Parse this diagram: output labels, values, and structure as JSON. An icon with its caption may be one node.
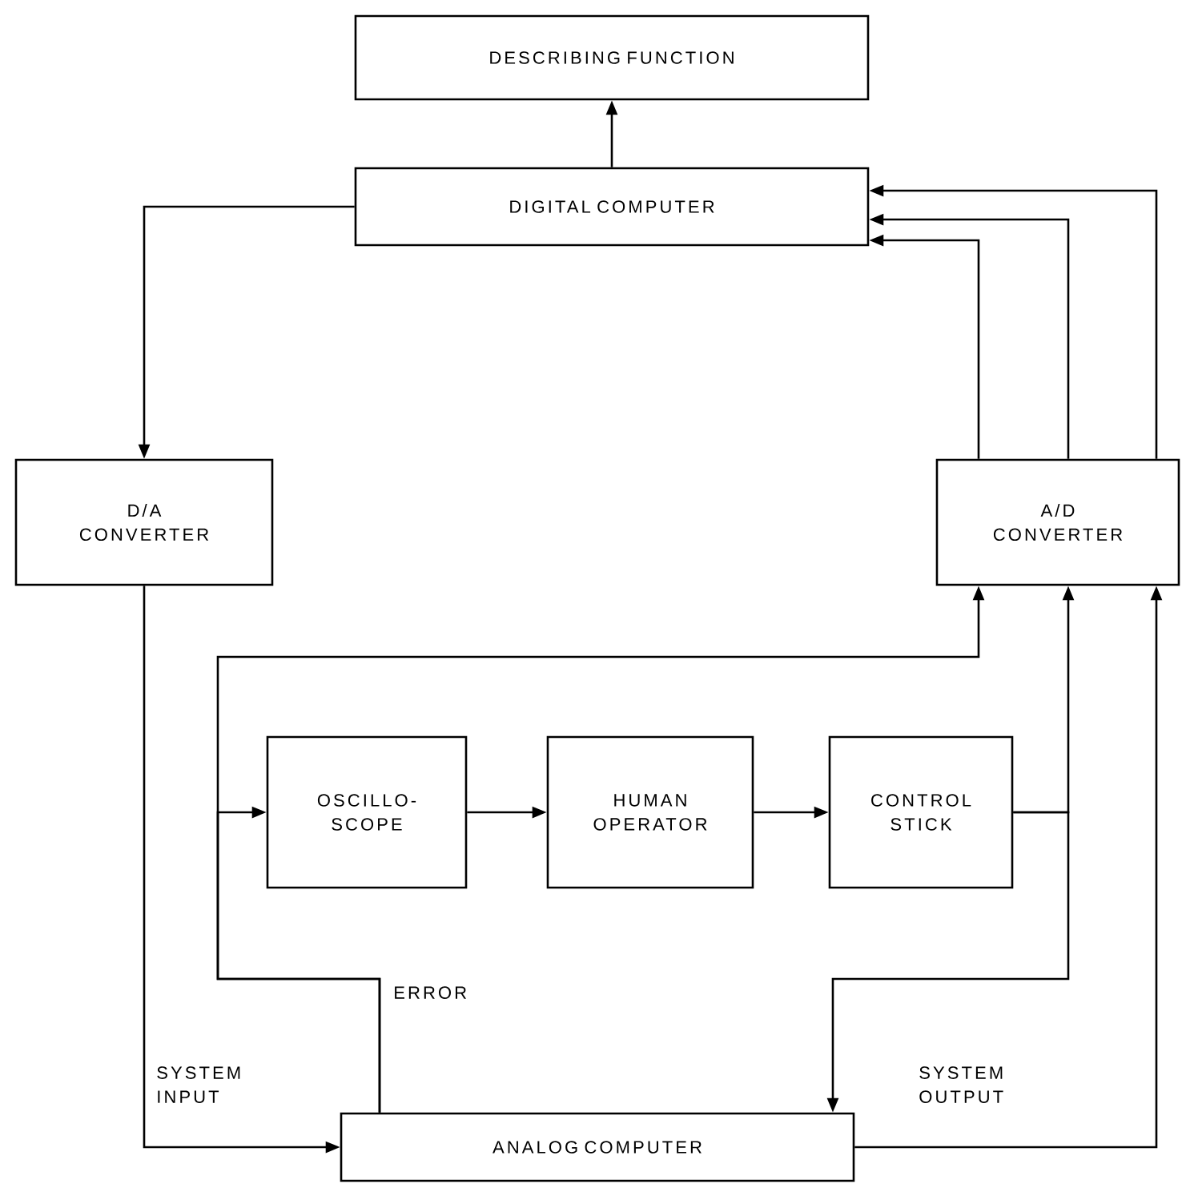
{
  "diagram": {
    "nodes": [
      {
        "text": [
          "DESCRIBING FUNCTION"
        ]
      },
      {
        "text": [
          "DIGITAL COMPUTER"
        ]
      },
      {
        "text": [
          "D/A CONVERTER"
        ]
      },
      {
        "text": [
          "A/D CONVERTER"
        ]
      },
      {
        "text": [
          "OSCILLO- SCOPE"
        ]
      },
      {
        "text": [
          "HUMAN OPERATOR"
        ]
      },
      {
        "text": [
          "CONTROL STICK"
        ]
      },
      {
        "text": [
          "ANALOG COMPUTER"
        ]
      }
    ],
    "edges": [
      {
        "from": 1,
        "to": 0,
        "arrow": "to"
      },
      {
        "from": 1,
        "to": 2,
        "arrow": "to"
      },
      {
        "from": 3,
        "to": 1,
        "arrow": "to"
      },
      {
        "from": 3,
        "to": 1,
        "arrow": "to"
      },
      {
        "from": 3,
        "to": 1,
        "arrow": "to"
      },
      {
        "from": 2,
        "to": 7,
        "arrow": "to",
        "label": "SYSTEM INPUT"
      },
      {
        "from": 7,
        "to": 4,
        "arrow": "to",
        "label": "ERROR"
      },
      {
        "from": 7,
        "to": 3,
        "arrow": "to"
      },
      {
        "from": 4,
        "to": 5,
        "arrow": "to"
      },
      {
        "from": 5,
        "to": 6,
        "arrow": "to"
      },
      {
        "from": 6,
        "to": 3,
        "arrow": "to"
      },
      {
        "from": 6,
        "to": 7,
        "arrow": "to"
      },
      {
        "from": 7,
        "to": 3,
        "arrow": "to",
        "label": "SYSTEM OUTPUT"
      }
    ]
  }
}
